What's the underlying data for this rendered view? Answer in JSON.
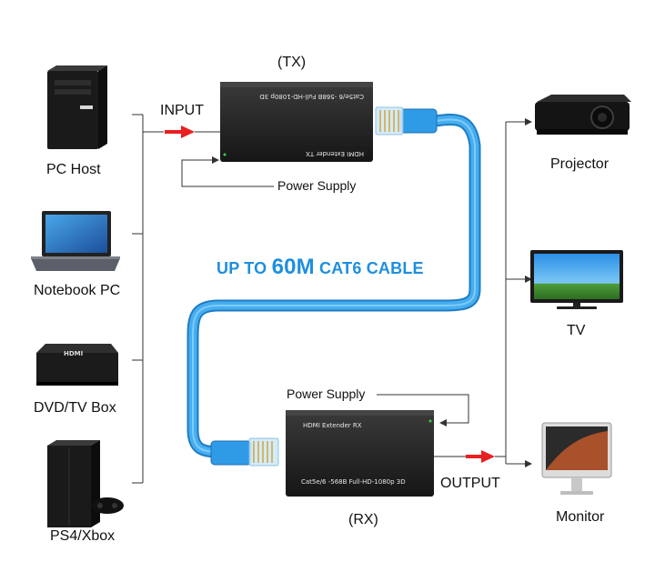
{
  "sources": [
    {
      "label": "PC Host",
      "icon": "pc-tower-icon"
    },
    {
      "label": "Notebook PC",
      "icon": "laptop-icon"
    },
    {
      "label": "DVD/TV Box",
      "icon": "tv-box-icon"
    },
    {
      "label": "PS4/Xbox",
      "icon": "game-console-icon"
    }
  ],
  "tv_box_brand": "HDMI",
  "tx": {
    "caption": "(TX)",
    "top_text": "Cat5e/6 -568B  Full-HD-1080p 3D",
    "bottom_text": "HDMI  Extender  TX"
  },
  "rx": {
    "caption": "(RX)",
    "top_text": "HDMI  Extender  RX",
    "bottom_text": "Cat5e/6 -568B  Full-HD-1080p 3D"
  },
  "input_label": "INPUT",
  "output_label": "OUTPUT",
  "power_supply_tx": "Power Supply",
  "power_supply_rx": "Power Supply",
  "cable": {
    "prefix": "UP TO ",
    "distance": "60M",
    "suffix": " CAT6 CABLE"
  },
  "outputs": [
    {
      "label": "Projector",
      "icon": "projector-icon"
    },
    {
      "label": "TV",
      "icon": "tv-icon"
    },
    {
      "label": "Monitor",
      "icon": "monitor-icon"
    }
  ],
  "colors": {
    "cable": "#2f9be6",
    "arrow": "#e8201f",
    "title": "#1e8fe0",
    "device": "#262626"
  }
}
